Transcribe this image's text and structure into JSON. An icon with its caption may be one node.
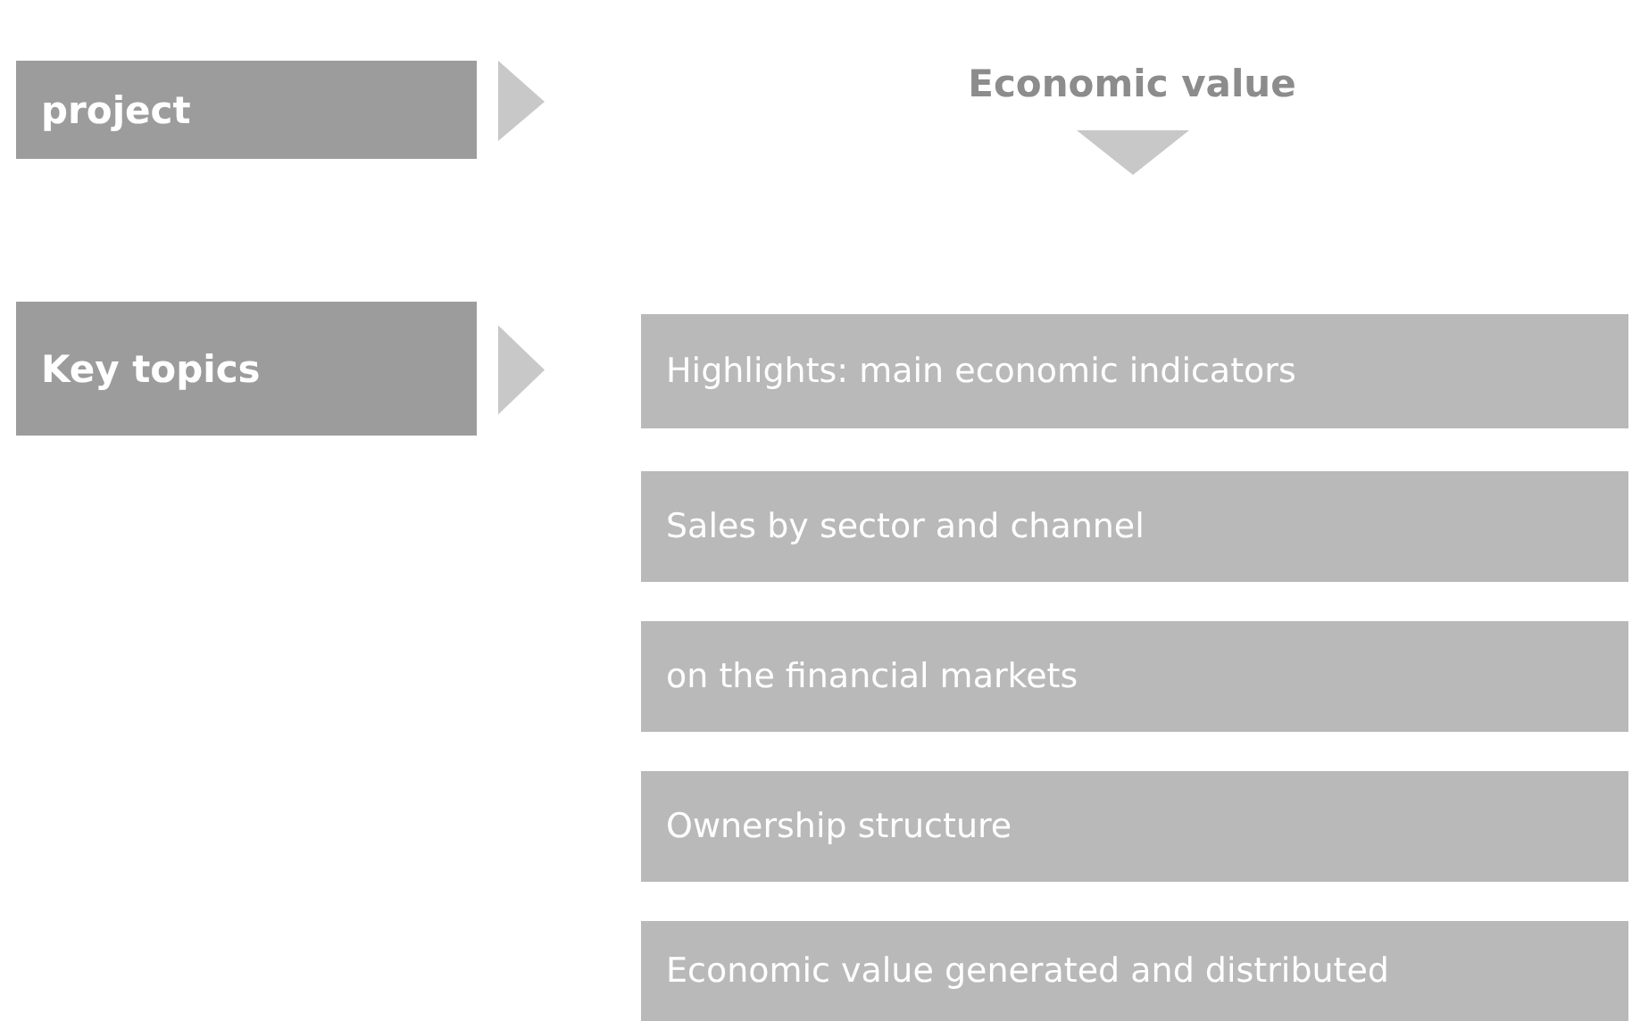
{
  "diagram": {
    "nodes": [
      {
        "text": [
          "project"
        ]
      },
      {
        "text": [
          "Key topics"
        ]
      },
      {
        "text": [
          "Economic value"
        ]
      },
      {
        "text": [
          "Highlights: main economic indicators"
        ]
      },
      {
        "text": [
          "Sales by sector and channel"
        ]
      },
      {
        "text": [
          "on the financial markets"
        ]
      },
      {
        "text": [
          "Ownership structure"
        ]
      },
      {
        "text": [
          "Economic value generated and distributed"
        ]
      }
    ],
    "edges": [
      {
        "from": 1,
        "to": 3,
        "arrow": "to"
      }
    ]
  }
}
